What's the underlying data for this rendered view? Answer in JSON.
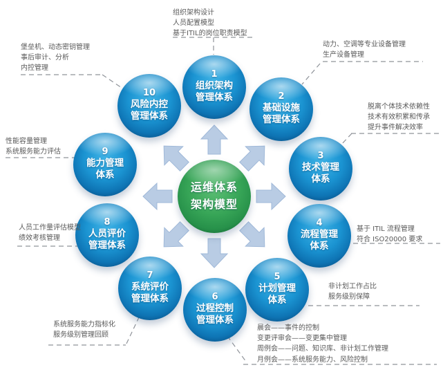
{
  "colors": {
    "sphere_blue": "#1b94d2",
    "sphere_rim": "#052a44",
    "center_green": "#37a557",
    "arrow_fill": "#b9cce4",
    "annotation_text": "#595959",
    "connector_line": "#8f9399"
  },
  "center": {
    "line1": "运维体系",
    "line2": "架构模型"
  },
  "spheres": [
    {
      "number": "1",
      "line1": "组织架构",
      "line2": "管理体系"
    },
    {
      "number": "2",
      "line1": "基础设施",
      "line2": "管理体系"
    },
    {
      "number": "3",
      "line1": "技术管理",
      "line2": "体系"
    },
    {
      "number": "4",
      "line1": "流程管理",
      "line2": "体系"
    },
    {
      "number": "5",
      "line1": "计划管理",
      "line2": "体系"
    },
    {
      "number": "6",
      "line1": "过程控制",
      "line2": "管理体系"
    },
    {
      "number": "7",
      "line1": "系统评价",
      "line2": "管理体系"
    },
    {
      "number": "8",
      "line1": "人员评价",
      "line2": "管理体系"
    },
    {
      "number": "9",
      "line1": "能力管理",
      "line2": "体系"
    },
    {
      "number": "10",
      "line1": "风险内控",
      "line2": "管理体系"
    }
  ],
  "annotations": {
    "org": [
      "组织架构设计",
      "人员配置模型",
      "基于ITIL的岗位职责模型"
    ],
    "security": [
      "堡垒机、动态密钥管理",
      "事后审计、分析",
      "内控管理"
    ],
    "facility": [
      "动力、空调等专业设备管理",
      "生产设备管理"
    ],
    "tech": [
      "脱离个体技术依赖性",
      "技术有效积累和传承",
      "提升事件解决效率"
    ],
    "process": [
      "基于 ITIL 流程管理",
      "符合 ISO20000 要求"
    ],
    "plan": [
      "非计划工作占比",
      "服务级别保障"
    ],
    "meetings": [
      "晨会——事件的控制",
      "变更评审会——变更集中管理",
      "周例会——问题、知识库、非计划工作管理",
      "月例会——系统服务能力、风险控制"
    ],
    "sys_eval": [
      "系统服务能力指标化",
      "服务级别管理回顾"
    ],
    "people_eval": [
      "人员工作量评估模型",
      "绩效考核管理"
    ],
    "capacity": [
      "性能容量管理",
      "系统服务能力评估"
    ]
  }
}
